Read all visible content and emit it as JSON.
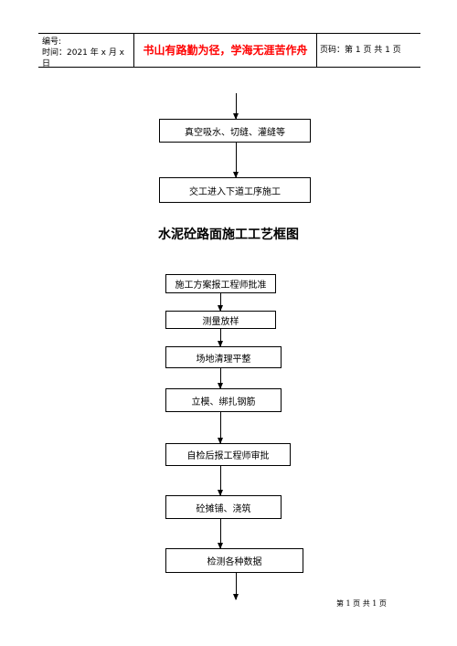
{
  "header": {
    "code_label": "编号:",
    "time_label": "时间：2021 年 x 月 x 日",
    "motto": "书山有路勤为径，学海无涯苦作舟",
    "page_info": "页码：第 1 页  共 1 页"
  },
  "top_flow": [
    "真空吸水、切缝、灌缝等",
    "交工进入下道工序施工"
  ],
  "title": "水泥砼路面施工工艺框图",
  "process_flow": [
    "施工方案报工程师批准",
    "测量放样",
    "场地清理平整",
    "立模、绑扎钢筋",
    "自检后报工程师审批",
    "砼摊铺、浇筑",
    "检测各种数据"
  ],
  "footer": "第 1 页 共 1 页"
}
